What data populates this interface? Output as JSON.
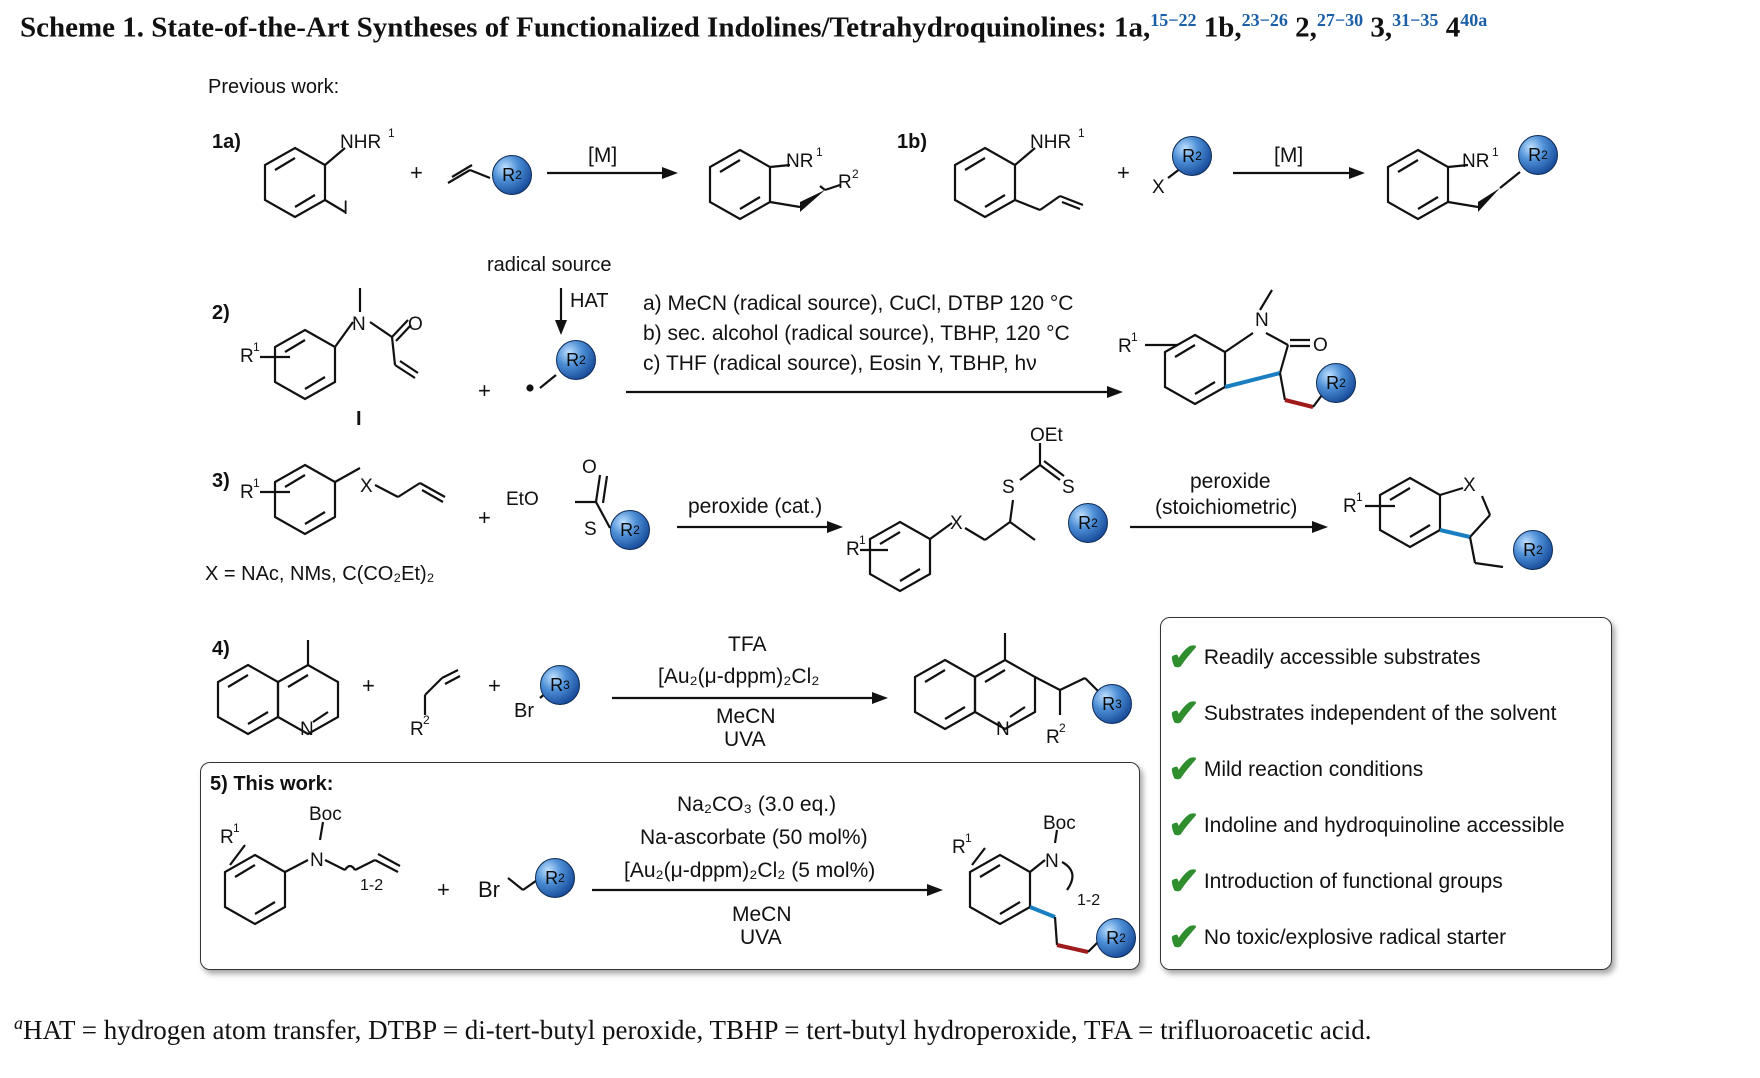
{
  "title": {
    "text": "Scheme 1. State-of-the-Art Syntheses of Functionalized Indolines/Tetrahydroquinolines: 1a,",
    "refs": [
      "15−22",
      "23−26",
      "27−30",
      "31−35",
      "40a"
    ],
    "items": [
      "1b,",
      "2,",
      "3,",
      "4"
    ]
  },
  "previous_work": "Previous work:",
  "steps": {
    "s1a": "1a)",
    "s1b": "1b)",
    "s2": "2)",
    "s3": "3)",
    "s4": "4)",
    "s5": "5) This work:"
  },
  "reagents": {
    "metal": "[M]",
    "radical_source": "radical source",
    "hat": "HAT",
    "cond2a": "a) MeCN (radical source), CuCl, DTBP 120 °C",
    "cond2b": "b) sec. alcohol (radical source), TBHP, 120 °C",
    "cond2c": "c) THF (radical source), Eosin Y, TBHP, hν",
    "peroxide_cat": "peroxide (cat.)",
    "peroxide": "peroxide",
    "stoich": "(stoichiometric)",
    "x_def": "X = NAc, NMs, C(CO₂Et)₂",
    "tfa": "TFA",
    "au_cat": "[Au₂(μ-dppm)₂Cl₂",
    "mecn": "MeCN",
    "uva": "UVA",
    "na2co3": "Na₂CO₃ (3.0 eq.)",
    "asc": "Na-ascorbate (50 mol%)",
    "au_cat5": "[Au₂(μ-dppm)₂Cl₂ (5 mol%)",
    "roman_i": "I"
  },
  "advantages": [
    "Readily accessible substrates",
    "Substrates independent of the solvent",
    "Mild reaction conditions",
    "Indoline and hydroquinoline accessible",
    "Introduction of functional groups",
    "No toxic/explosive radical starter"
  ],
  "footnote": {
    "mark": "a",
    "text": "HAT = hydrogen atom transfer, DTBP = di-tert-butyl peroxide, TBHP = tert-butyl hydroperoxide, TFA = trifluoroacetic acid."
  },
  "colors": {
    "ref_blue": "#1a5fa8",
    "bond_blue": "#1a7fc1",
    "bond_red": "#a01c1c",
    "check_green": "#2f8f2f",
    "ball_blue": "#1b4f9e"
  }
}
